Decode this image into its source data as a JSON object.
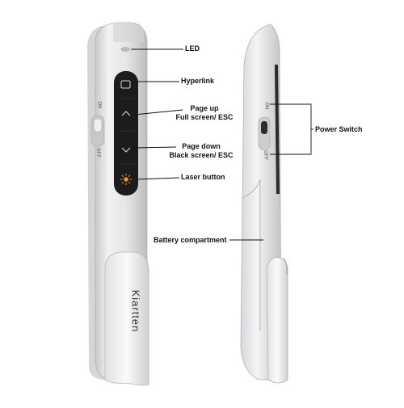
{
  "product": {
    "brand": "Kiartten"
  },
  "callouts": {
    "led": "LED",
    "hyperlink": "Hyperlink",
    "page_up_line1": "Page up",
    "page_up_line2": "Full screen/ ESC",
    "page_down_line1": "Page down",
    "page_down_line2": "Black screen/ ESC",
    "laser_button": "Laser button",
    "battery_compartment": "Battery compartment",
    "power_switch": "Power Switch"
  },
  "switch_labels": {
    "on": "ON",
    "off": "OFF"
  },
  "colors": {
    "body": "#e9e9ea",
    "button_panel": "#1c1c1e",
    "laser_icon": "#f29a1e",
    "line": "#111111"
  },
  "icons": [
    "hyperlink-icon",
    "chevron-up-icon",
    "chevron-down-icon",
    "laser-icon"
  ]
}
